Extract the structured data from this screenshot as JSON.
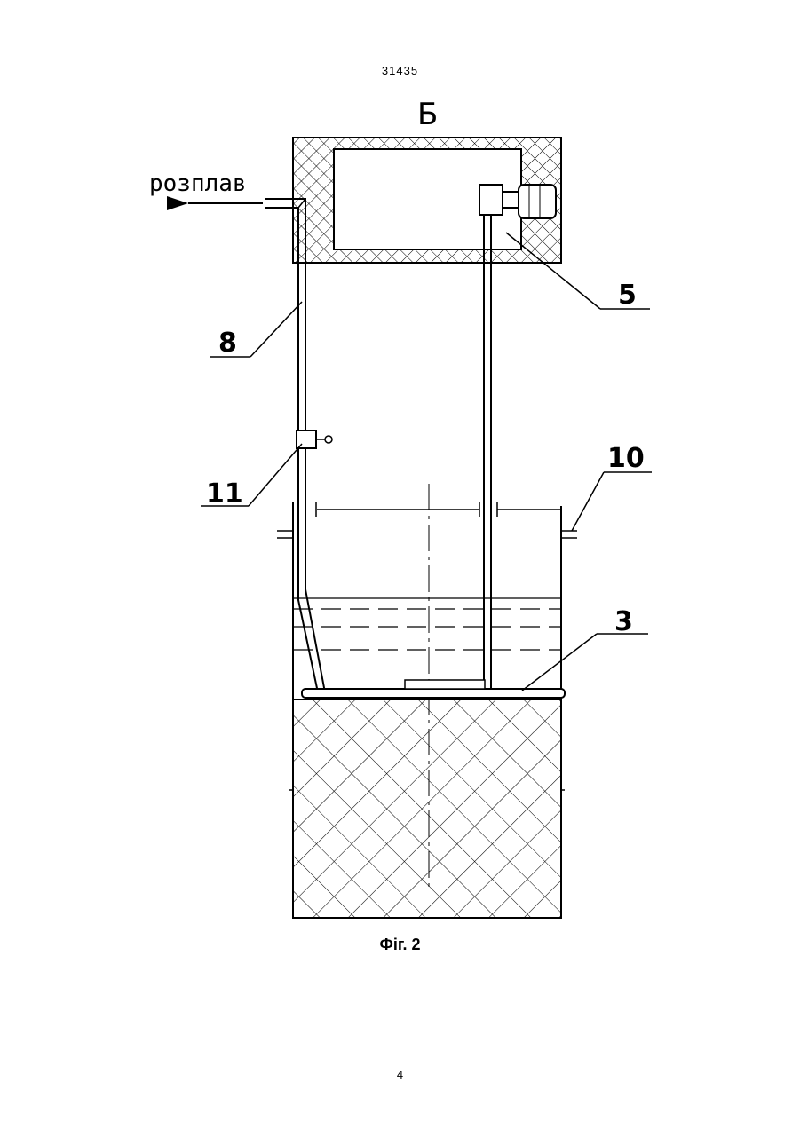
{
  "document": {
    "page_number_top": "31435",
    "page_number_bottom": "4",
    "figure_caption": "Фіг. 2"
  },
  "diagram": {
    "section_label": "Б",
    "flow_label": "розплав",
    "callouts": {
      "c8": "8",
      "c5": "5",
      "c11": "11",
      "c10": "10",
      "c3": "3"
    }
  }
}
